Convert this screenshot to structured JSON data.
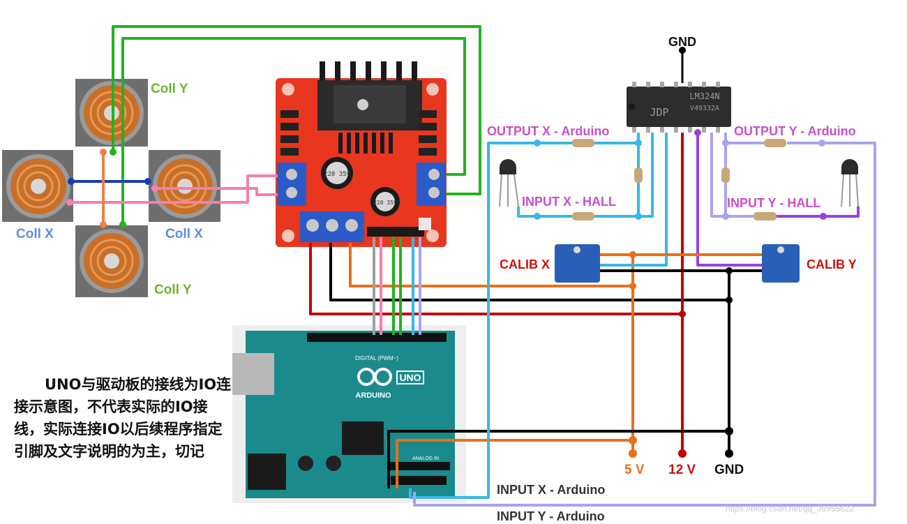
{
  "labels": {
    "coil_y_top": "Coll Y",
    "coil_y_bottom": "Coll Y",
    "coil_x_left": "Coll X",
    "coil_x_right": "Coll X",
    "gnd_top": "GND",
    "output_x": "OUTPUT X - Arduino",
    "output_y": "OUTPUT Y - Arduino",
    "input_x_hall": "INPUT X - HALL",
    "input_y_hall": "INPUT Y - HALL",
    "calib_x": "CALIB X",
    "calib_y": "CALIB Y",
    "rail_5v": "5 V",
    "rail_12v": "12 V",
    "rail_gnd": "GND",
    "input_x_arduino": "INPUT X - Arduino",
    "input_y_arduino": "INPUT Y - Arduino"
  },
  "chip": {
    "part": "LM324N",
    "brand": "JDP",
    "code": "V49332A"
  },
  "driver_board": {
    "cap_label": "220 35V"
  },
  "arduino": {
    "logo_text": "ARDUINO",
    "model": "UNO",
    "digital_label": "DIGITAL (PWM~)",
    "analog_label": "ANALOG IN"
  },
  "note": "UNO与驱动板的接线为IO连接示意图，不代表实际的IO接线，实际连接IO以后续程序指定引脚及文字说明的为主，切记",
  "watermark": "https://blog.csdn.net/qq_36955622",
  "colors": {
    "green": "#1fb41f",
    "blue_wire": "#1a3bb5",
    "pink": "#f57fb0",
    "orange": "#e8701a",
    "cyan": "#38b8e8",
    "lavender": "#a7a4f0",
    "purple": "#9a40e0",
    "red": "#c00000",
    "black": "#000000",
    "grey": "#a0a0a0",
    "board_red": "#e8361f",
    "uno_teal": "#1b8a8c"
  }
}
